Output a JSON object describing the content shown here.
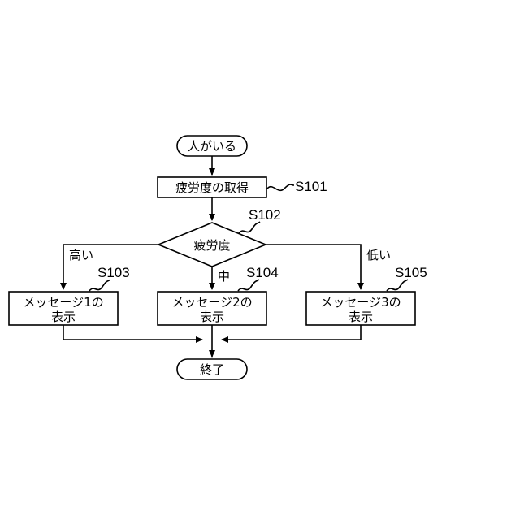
{
  "flowchart": {
    "start_label": "人がいる",
    "acquire": {
      "label": "疲労度の取得",
      "step": "S101"
    },
    "decision": {
      "label": "疲労度",
      "step": "S102"
    },
    "branches": {
      "high": "高い",
      "mid": "中",
      "low": "低い"
    },
    "msg1": {
      "line1": "メッセージ1の",
      "line2": "表示",
      "step": "S103"
    },
    "msg2": {
      "line1": "メッセージ2の",
      "line2": "表示",
      "step": "S104"
    },
    "msg3": {
      "line1": "メッセージ3の",
      "line2": "表示",
      "step": "S105"
    },
    "end_label": "終了"
  }
}
